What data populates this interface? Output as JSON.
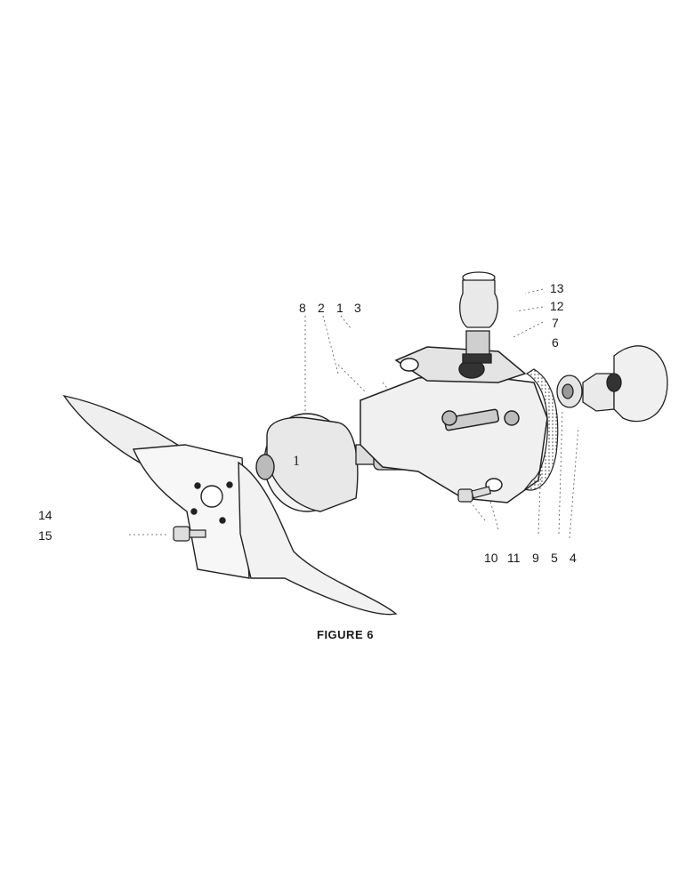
{
  "figure": {
    "caption": "FIGURE 6",
    "part_mark": "1",
    "callouts": {
      "c8": "8",
      "c2": "2",
      "c1": "1",
      "c3": "3",
      "c13": "13",
      "c12": "12",
      "c7": "7",
      "c6": "6",
      "c14": "14",
      "c15": "15",
      "c10": "10",
      "c11": "11",
      "c9": "9",
      "c5": "5",
      "c4": "4"
    }
  }
}
